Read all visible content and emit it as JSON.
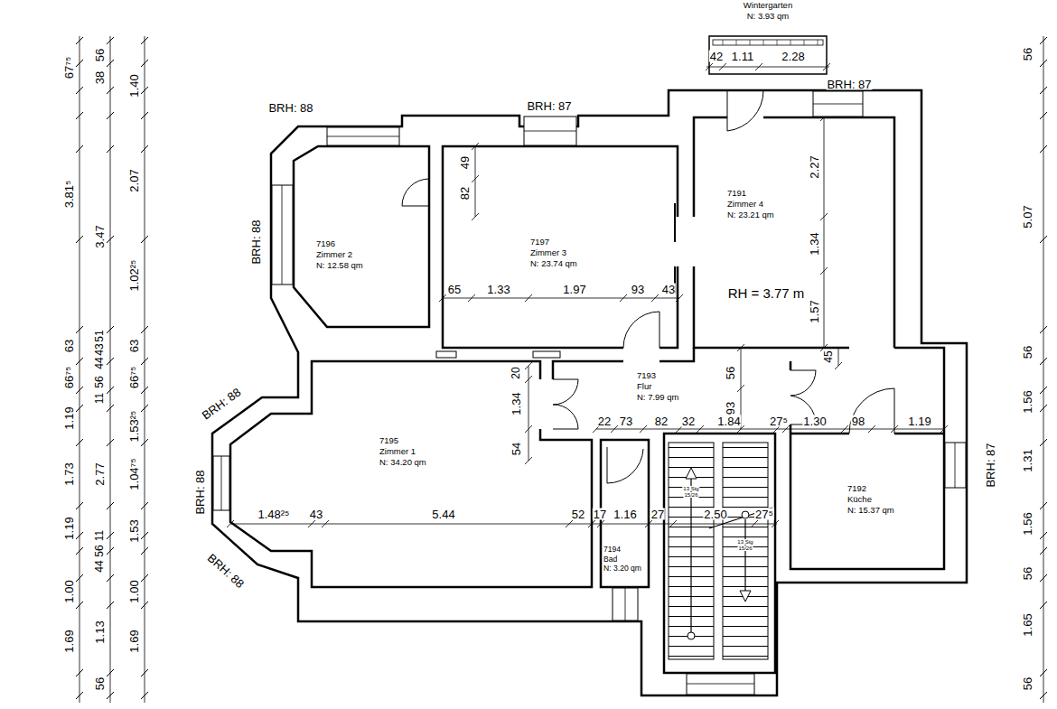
{
  "diagram": {
    "nodes": [
      {
        "text": [
          "Wintergarten",
          "N: 3.93 qm"
        ]
      },
      {
        "text": [
          "7196",
          "Zimmer 2",
          "N: 12.58 qm"
        ]
      },
      {
        "text": [
          "7197",
          "Zimmer 3",
          "N: 23.74 qm"
        ]
      },
      {
        "text": [
          "7191",
          "Zimmer 4",
          "N: 23.21 qm"
        ]
      },
      {
        "text": [
          "7195",
          "Zimmer 1",
          "N: 34.20 qm"
        ]
      },
      {
        "text": [
          "7193",
          "Flur",
          "N: 7.99 qm"
        ]
      },
      {
        "text": [
          "7192",
          "Küche",
          "N: 15.37 qm"
        ]
      },
      {
        "text": [
          "7194",
          "Bad",
          "N: 3.20 qm"
        ]
      }
    ],
    "labels": [
      "BRH: 88",
      "BRH: 87",
      "BRH: 87",
      "42",
      "1.11",
      "2.28",
      "49",
      "82",
      "65",
      "1.33",
      "1.97",
      "93",
      "43",
      "2.27",
      "1.34",
      "1.57",
      "RH = 3.77 m",
      "45",
      "20",
      "1.34",
      "54",
      "56",
      "93",
      "22",
      "73",
      "82",
      "32",
      "1.84",
      "27⁵",
      "1.30",
      "98",
      "1.19",
      "1.48²⁵",
      "43",
      "5.44",
      "52",
      "17",
      "1.16",
      "27",
      "2.50",
      "27⁵",
      "BRH: 88",
      "BRH: 88",
      "BRH: 88",
      "BRH: 88",
      "BRH: 87",
      "13 Stg",
      "15/26",
      "13 Stg",
      "15/26",
      "67⁷⁵",
      "3.81⁵",
      "63",
      "66⁷⁵",
      "1.19",
      "1.73",
      "1.19",
      "1.00",
      "1.69",
      "56",
      "38",
      "3.47",
      "51",
      "43",
      "44",
      "56",
      "11",
      "2.77",
      "11",
      "56",
      "44",
      "1.13",
      "56",
      "1.40",
      "2.07",
      "1.02²⁵",
      "63",
      "66⁷⁵",
      "1.53²⁵",
      "1.04⁷⁵",
      "1.53",
      "1.00",
      "1.69",
      "56",
      "5.07",
      "56",
      "1.56",
      "1.31",
      "1.56",
      "56",
      "1.65",
      "56"
    ]
  }
}
